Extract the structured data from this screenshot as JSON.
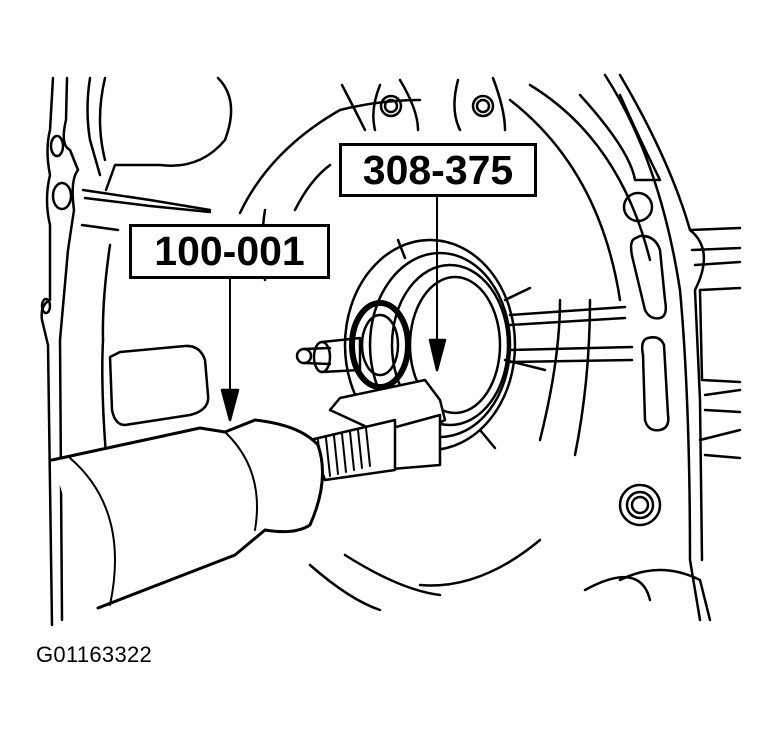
{
  "diagram": {
    "type": "technical-line-illustration",
    "subject": "transmission housing with tool installing seal",
    "callouts": [
      {
        "id": "tool-1",
        "label": "308-375",
        "points_to": "seal installer on shaft"
      },
      {
        "id": "tool-2",
        "label": "100-001",
        "points_to": "handle"
      }
    ],
    "figure_id": "G01163322",
    "colors": {
      "line": "#000000",
      "background": "#ffffff"
    }
  }
}
